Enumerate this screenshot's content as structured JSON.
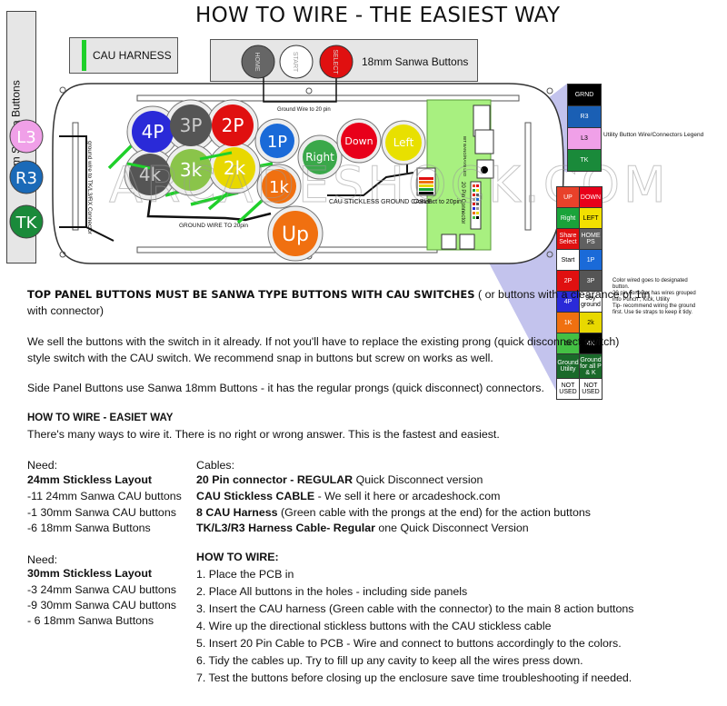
{
  "title": "HOW TO WIRE - THE EASIEST WAY",
  "side_panel_label": "18mm Sanwa Buttons",
  "cau_harness_label": "CAU HARNESS",
  "top_panel_label": "18mm Sanwa Buttons",
  "top_buttons": [
    "HOME",
    "START",
    "SELECT"
  ],
  "side_buttons": [
    "L3",
    "R3",
    "TK"
  ],
  "action_buttons": [
    "4P",
    "3P",
    "2P",
    "1P",
    "4k",
    "3k",
    "2k",
    "1k",
    "Right",
    "Down",
    "Left",
    "Up"
  ],
  "annotations": {
    "ground_wire_20pin": "Ground Wire to 20 pin",
    "ground_wire_tk": "ground wire to TK/L3/RX Connector",
    "ground_wire_to_20pin": "GROUND WIRE TO 20pin",
    "cau_stickless_ground": "CAU STICKLESS GROUND CABLE",
    "connect_20pin": "Conenct to 20pin",
    "pin_connector": "20 Pin Connector",
    "bit_bang": "BIT BANG/RAYB LED"
  },
  "watermark": "ARCADESHOCK.COM",
  "utility_legend_title": "Utility Button Wire/Connectors Legend",
  "utility_legend": [
    {
      "label": "GRND",
      "color": "#000000",
      "text": "#ffffff"
    },
    {
      "label": "R3",
      "color": "#1a5fb4",
      "text": "#ffffff"
    },
    {
      "label": "L3",
      "color": "#f0a0e8",
      "text": "#000000"
    },
    {
      "label": "TK",
      "color": "#1a8a3a",
      "text": "#ffffff"
    }
  ],
  "pin_legend": [
    [
      {
        "label": "UP",
        "color": "#e8412a",
        "text": "#fff"
      },
      {
        "label": "DOWN",
        "color": "#e8001a",
        "text": "#fff"
      }
    ],
    [
      {
        "label": "Right",
        "color": "#1aa33a",
        "text": "#fff"
      },
      {
        "label": "LEFT",
        "color": "#f2e000",
        "text": "#000"
      }
    ],
    [
      {
        "label": "Share Select",
        "color": "#e01010",
        "text": "#fff"
      },
      {
        "label": "HOME PS",
        "color": "#606060",
        "text": "#fff"
      }
    ],
    [
      {
        "label": "Start",
        "color": "#ffffff",
        "text": "#000"
      },
      {
        "label": "1P",
        "color": "#1a6ad8",
        "text": "#fff"
      }
    ],
    [
      {
        "label": "2P",
        "color": "#e01010",
        "text": "#fff"
      },
      {
        "label": "3P",
        "color": "#555555",
        "text": "#fff"
      }
    ],
    [
      {
        "label": "4P",
        "color": "#2a2ad8",
        "text": "#fff"
      },
      {
        "label": "Joy ground",
        "color": "#ffffff",
        "text": "#000"
      }
    ],
    [
      {
        "label": "1K",
        "color": "#f07010",
        "text": "#fff"
      },
      {
        "label": "2k",
        "color": "#e8d800",
        "text": "#000"
      }
    ],
    [
      {
        "label": "3k",
        "color": "#44c044",
        "text": "#000"
      },
      {
        "label": "4K",
        "color": "#000000",
        "text": "#fff"
      }
    ],
    [
      {
        "label": "Ground Utility",
        "color": "#1a6a2a",
        "text": "#fff"
      },
      {
        "label": "Ground for all P & K",
        "color": "#1a6a2a",
        "text": "#fff"
      }
    ],
    [
      {
        "label": "NOT USED",
        "color": "#ffffff",
        "text": "#000"
      },
      {
        "label": "NOT USED",
        "color": "#ffffff",
        "text": "#000"
      }
    ]
  ],
  "pin_note": [
    "Color wired goes to designated",
    "button.",
    "20 pin conector has wires grouped",
    "into Punch , Kick, Utility",
    "Tip- recommend wiring the ground",
    "first.  Use tie straps to keep it tidy."
  ],
  "body": {
    "line1_bold": "TOP PANEL BUTTONS MUST BE SANWA TYPE BUTTONS WITH CAU SWITCHES",
    "line1_rest": " ( or buttons with a clearance of 1in",
    "line2": "with connector)",
    "para2_1": "We sell the buttons with the switch in it already. If not you'll have to replace the existing prong (quick disconnect switch)",
    "para2_2": "style switch with the CAU switch. We recommend snap in buttons but screw on works as well.",
    "para3": "Side Panel Buttons use Sanwa 18mm Buttons - it has the regular prongs (quick disconnect) connectors.",
    "easiest_heading": "HOW TO WIRE - EASIET WAY",
    "easiest_text": "There's many ways to wire it. There is no right or wrong answer. This is the fastest and easiest."
  },
  "need1": {
    "label": "Need:",
    "heading": "24mm Stickless Layout",
    "items": [
      "-11 24mm Sanwa CAU buttons",
      "-1 30mm Sanwa CAU buttons",
      "-6 18mm Sanwa Buttons"
    ]
  },
  "need2": {
    "label": "Need:",
    "heading": "30mm Stickless Layout",
    "items": [
      "-3 24mm Sanwa CAU buttons",
      "-9 30mm Sanwa CAU buttons",
      "- 6 18mm Sanwa Buttons"
    ]
  },
  "cables": {
    "label": "Cables:",
    "items": [
      {
        "bold": "20 Pin connector - REGULAR",
        "rest": " Quick Disconnect version"
      },
      {
        "bold": "CAU Stickless CABLE",
        "rest": " - We sell it here or arcadeshock.com"
      },
      {
        "bold": "8 CAU Harness",
        "rest": " (Green cable with the prongs at the end) for the action buttons"
      },
      {
        "bold": "TK/L3/R3 Harness Cable- Regular",
        "rest": " one Quick Disconnect Version"
      }
    ]
  },
  "how_to": {
    "heading": "HOW TO WIRE:",
    "steps": [
      "1. Place the PCB in",
      "2. Place All buttons in the holes - including side panels",
      "3. Insert the CAU harness (Green cable with the connector) to the main 8 action buttons",
      "4. Wire up the directional stickless buttons with the CAU stickless cable",
      "5. Insert 20 Pin Cable to PCB - Wire and connect to buttons  accordingly to the colors.",
      "6. Tidy the cables up. Try to fill up any cavity to keep all the wires press down.",
      "7. Test the buttons before closing up the enclosure save time troubleshooting if needed."
    ]
  }
}
